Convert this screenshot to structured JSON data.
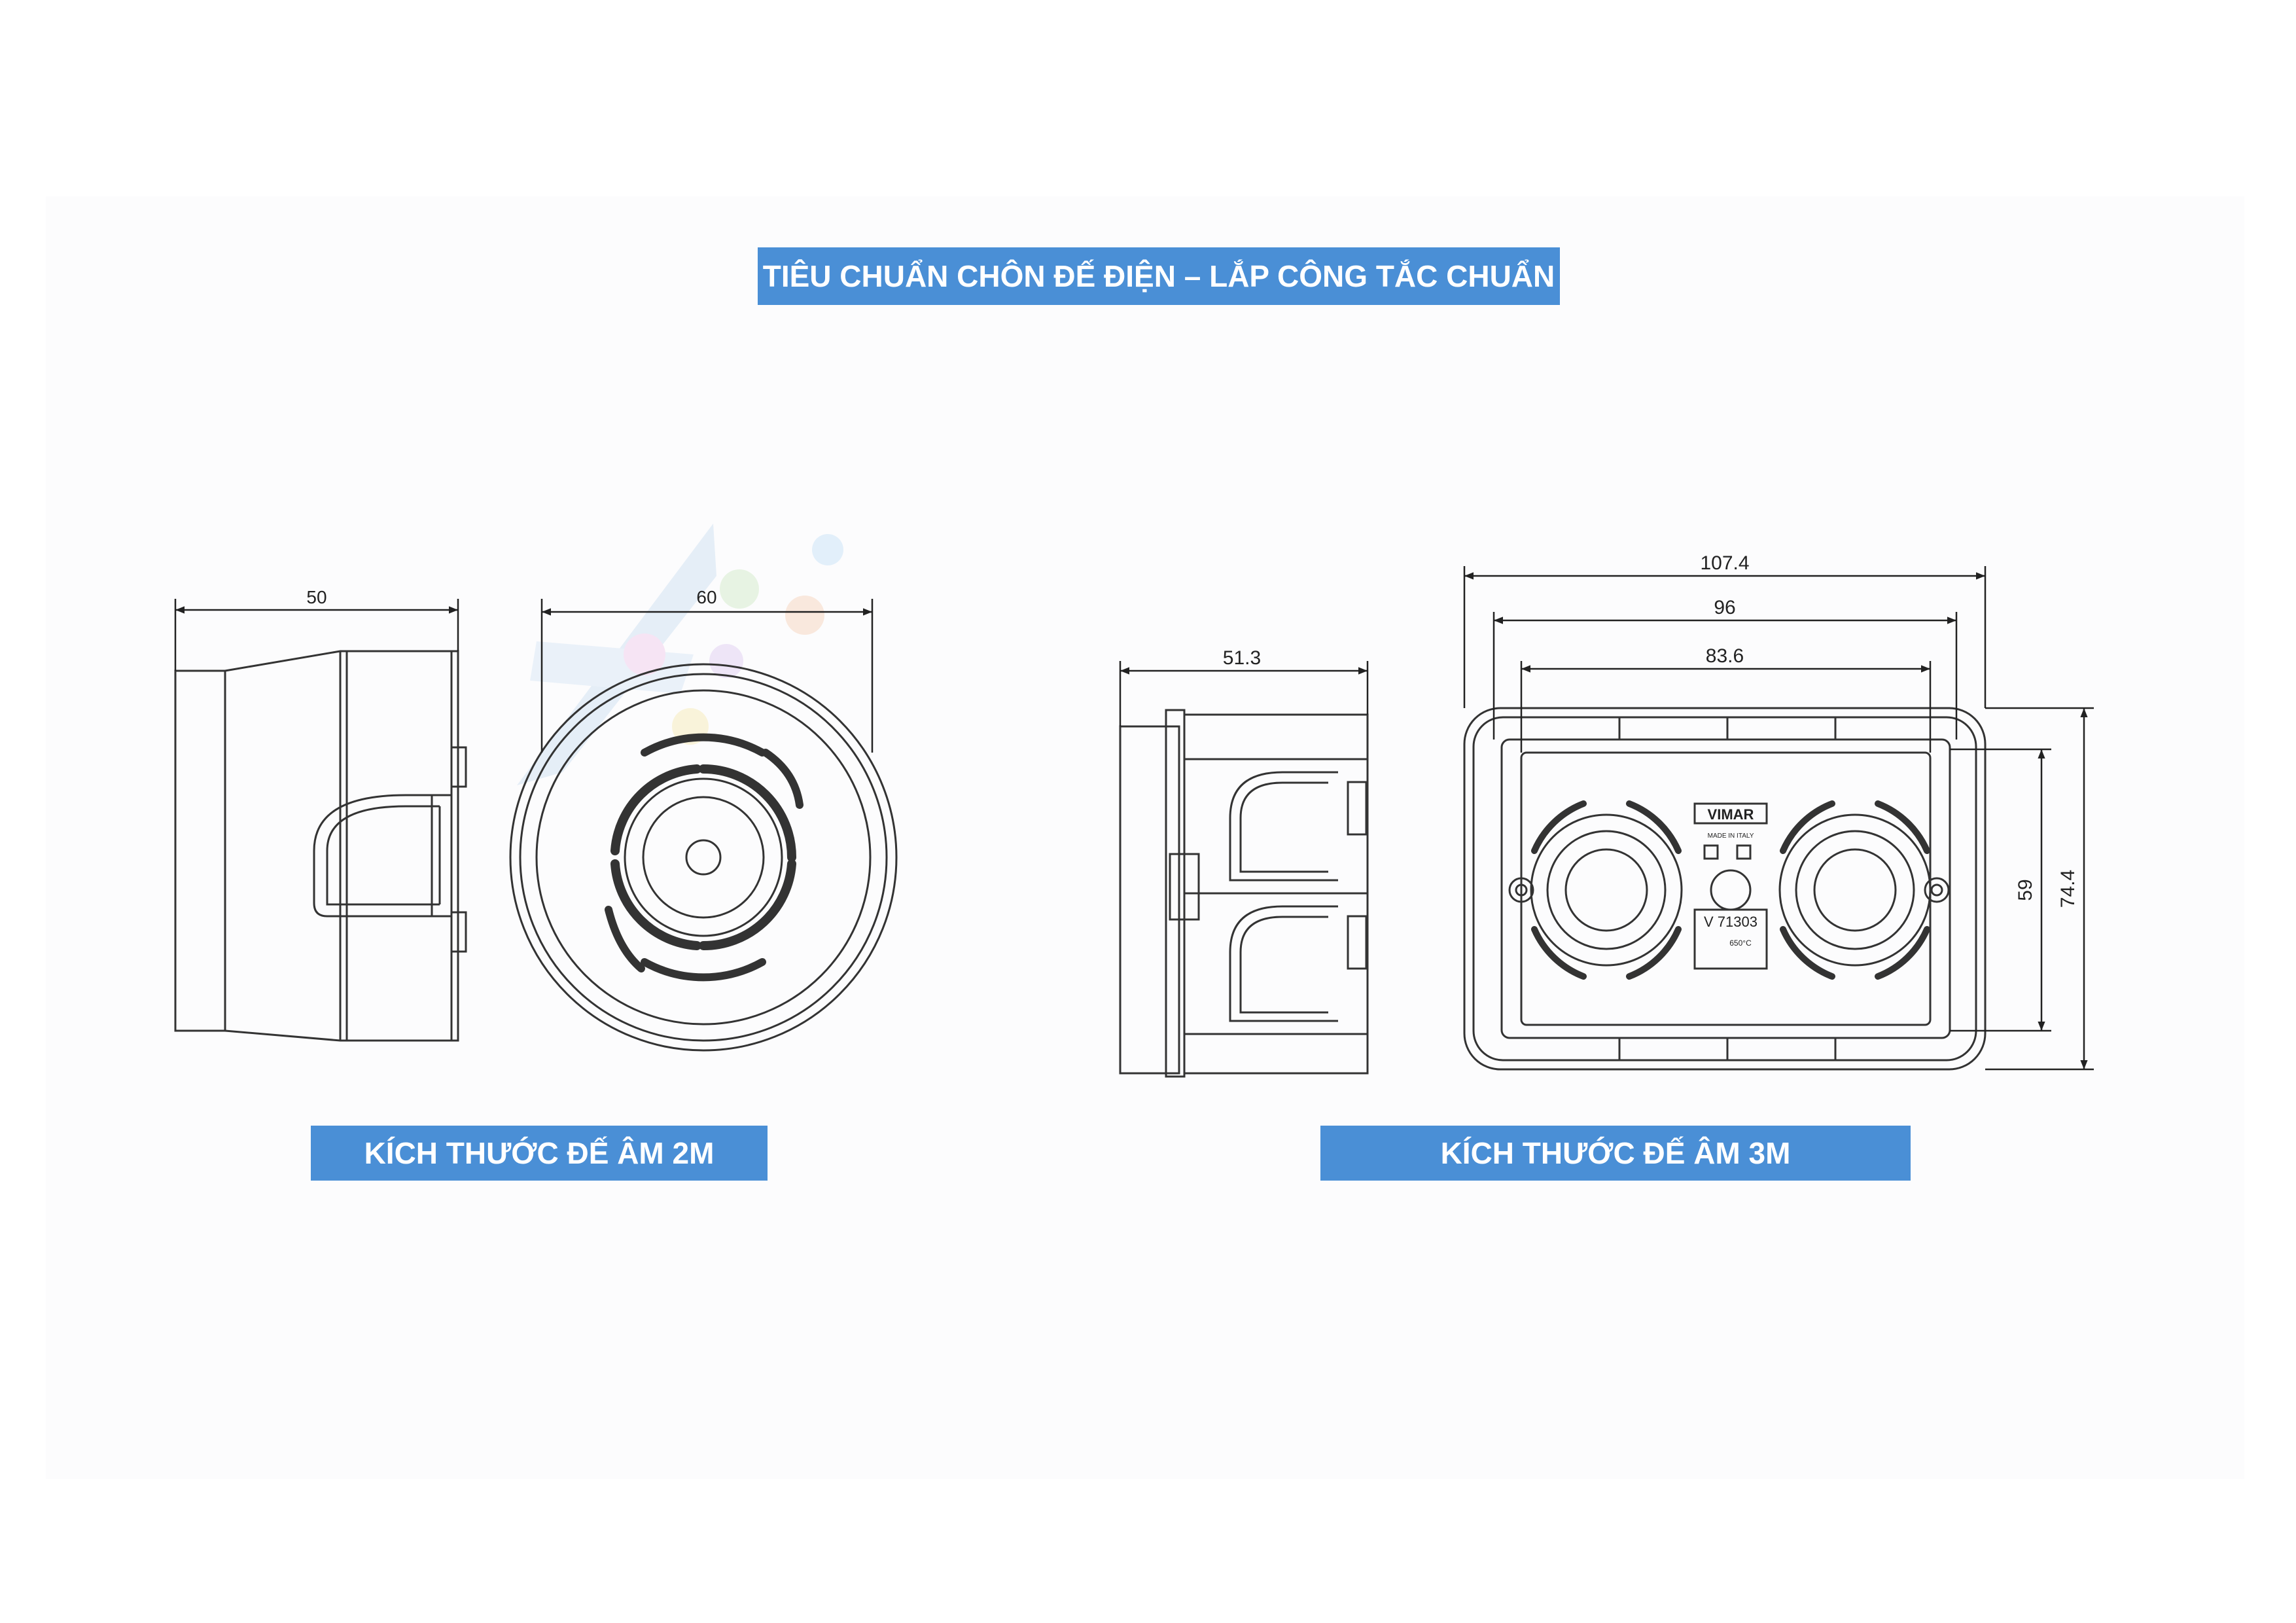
{
  "title": "TIÊU CHUẨN CHÔN ĐẾ ĐIỆN – LẮP CÔNG TẮC CHUẨN",
  "captions": {
    "box_2m": "KÍCH THƯỚC ĐẾ ÂM 2M",
    "box_3m": "KÍCH THƯỚC ĐẾ ÂM 3M"
  },
  "dimensions": {
    "round_side_width": "50",
    "round_front_diameter": "60",
    "rect_side_depth": "51.3",
    "rect_outer_width": "107.4",
    "rect_middle_width": "96",
    "rect_inner_width": "83.6",
    "rect_inner_height": "59",
    "rect_outer_height": "74.4"
  },
  "box_markings": {
    "brand": "VIMAR",
    "origin": "MADE IN ITALY",
    "model": "V 71303",
    "temperature": "650°C"
  },
  "colors": {
    "banner": "#4a8fd6",
    "line": "#333333"
  }
}
